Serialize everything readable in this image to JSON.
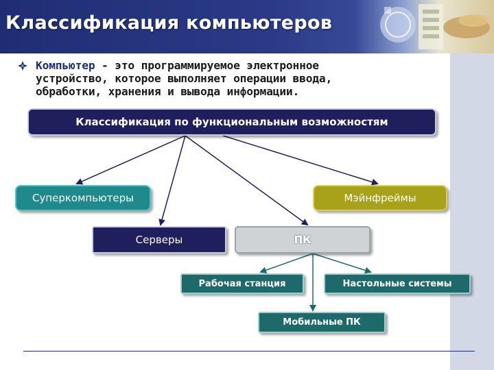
{
  "title": "Классификация компьютеров",
  "definition": {
    "term": "Компьютер",
    "rest_line1": " - это программируемое электронное",
    "line2": "устройство, которое выполняет операции ввода,",
    "line3": "обработки, хранения и вывода информации."
  },
  "diagram": {
    "root": "Классификация по функциональным возможностям",
    "supercomputers": "Суперкомпьютеры",
    "mainframes": "Мэйнфреймы",
    "servers": "Серверы",
    "pc": "ПК",
    "workstation": "Рабочая станция",
    "desktop": "Настольные системы",
    "mobile": "Мобильные ПК"
  },
  "colors": {
    "header": "#1f2e74",
    "dark_box": "#1e1f5c",
    "teal": "#1e8a8c",
    "olive": "#a7a21a",
    "small_box": "#1e6a6b",
    "pc_box": "#cfd3d6"
  },
  "icons": [
    "diamond-bullet-icon",
    "header-photo"
  ]
}
